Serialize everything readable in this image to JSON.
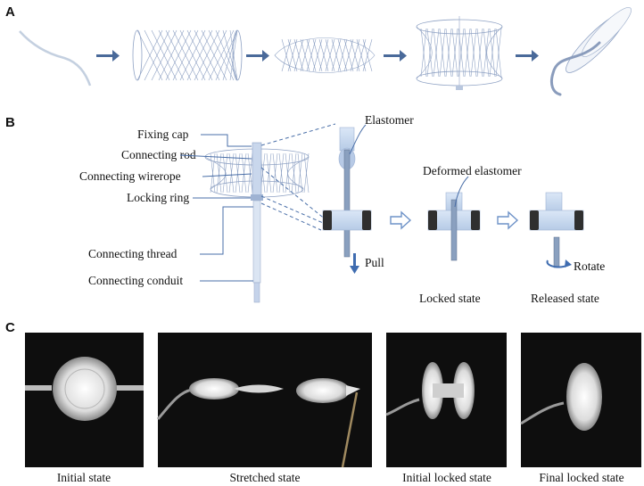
{
  "panels": {
    "a": "A",
    "b": "B",
    "c": "C"
  },
  "panel_b": {
    "labels": {
      "fixing_cap": "Fixing cap",
      "connecting_rod": "Connecting rod",
      "connecting_wirerope": "Connecting wirerope",
      "locking_ring": "Locking ring",
      "connecting_thread": "Connecting thread",
      "connecting_conduit": "Connecting conduit",
      "elastomer": "Elastomer",
      "deformed_elastomer": "Deformed elastomer",
      "pull": "Pull",
      "rotate": "Rotate",
      "locked_state": "Locked state",
      "released_state": "Released state"
    }
  },
  "panel_c": {
    "captions": [
      "Initial state",
      "Stretched state",
      "Initial locked state",
      "Final locked state"
    ]
  },
  "colors": {
    "mesh": "#8fa2c4",
    "arrow": "#4a6a9a",
    "leader": "#4a6fa8",
    "photo_bg": "#0e0e0e",
    "elastomer_pad": "#333333",
    "block": "#c9daf0"
  }
}
